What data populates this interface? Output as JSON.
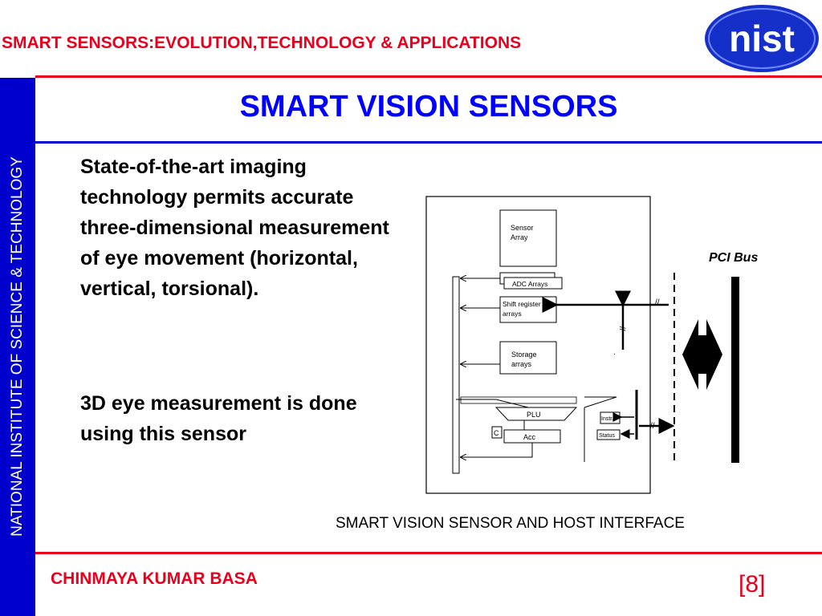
{
  "header": {
    "title": "SMART SENSORS:EVOLUTION,TECHNOLOGY & APPLICATIONS",
    "logo_text": "nist"
  },
  "sidebar": {
    "text": "NATIONAL INSTITUTE OF SCIENCE & TECHNOLOGY"
  },
  "slide": {
    "title": "SMART VISION SENSORS",
    "bullets": [
      "State-of-the-art imaging technology permits accurate three-dimensional measurement of eye movement (horizontal, vertical, torsional).",
      "3D eye measurement is done using this sensor"
    ]
  },
  "diagram": {
    "sensor_array": "Sensor Array",
    "adc_arrays": "ADC Arrays",
    "shift_register": "Shift register arrays",
    "storage_arrays": "Storage arrays",
    "plu": "PLU",
    "acc": "Acc",
    "c": "C",
    "instr": "Instr.",
    "status": "Status",
    "pci_bus": "PCI Bus"
  },
  "caption": "SMART VISION SENSOR AND HOST INTERFACE",
  "footer": {
    "author": "CHINMAYA KUMAR BASA",
    "page": "[8]"
  },
  "colors": {
    "red": "#e8001c",
    "blue": "#0000cc",
    "title_blue": "#0000ff"
  }
}
